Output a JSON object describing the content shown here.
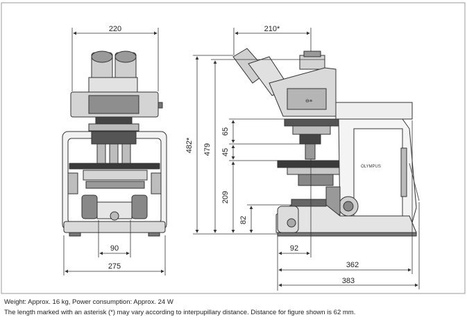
{
  "dimensions": {
    "front_width": "220",
    "front_base": "275",
    "front_stage_width": "90",
    "side_top_width": "210*",
    "side_total_height": "482*",
    "side_height": "479",
    "side_65": "65",
    "side_45": "45",
    "side_209": "209",
    "side_82": "82",
    "side_92": "92",
    "side_362": "362",
    "side_383": "383"
  },
  "labels": {
    "brand": "OLYMPUS"
  },
  "notes": {
    "line1": "Weight: Approx. 16 kg, Power consumption: Approx. 24 W",
    "line2": "The length marked with an asterisk (*) may vary according to interpupillary distance.  Distance for figure shown is 62 mm."
  },
  "colors": {
    "line": "#333333",
    "fill_light": "#e6e6e6",
    "fill_mid": "#bdbdbd",
    "fill_dark": "#3a3a3a",
    "border": "#999999"
  }
}
